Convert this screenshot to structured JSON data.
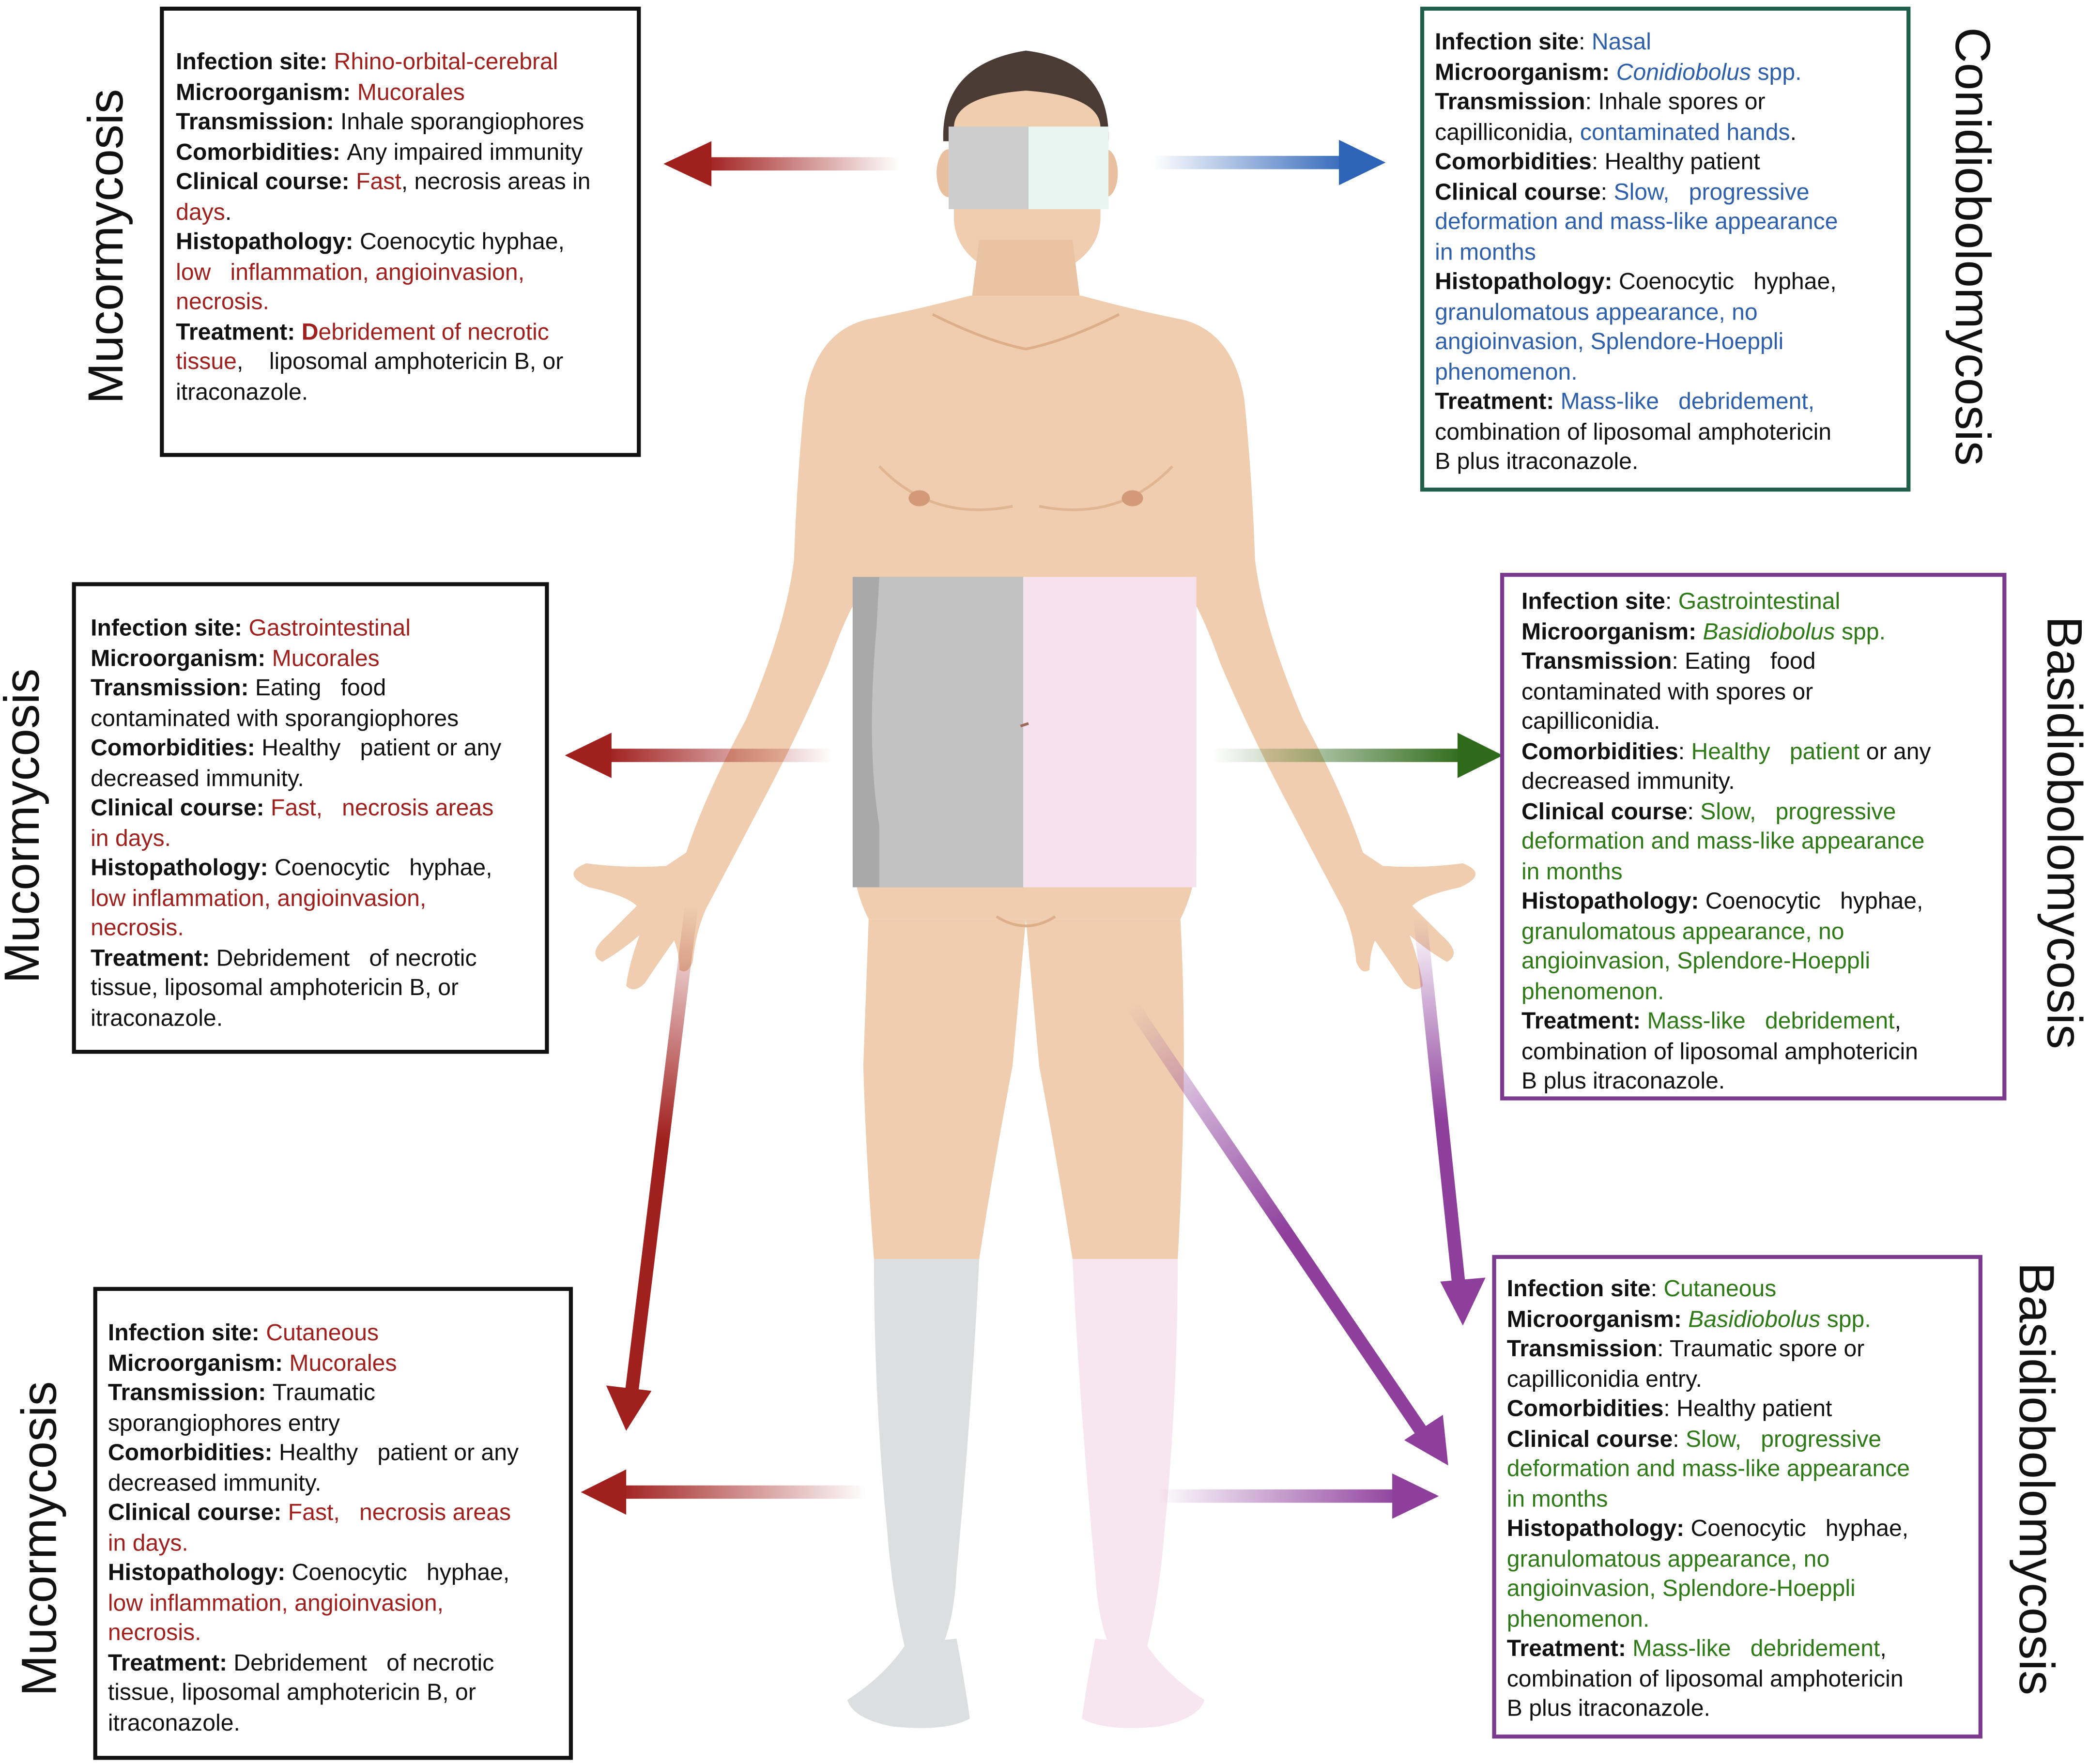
{
  "colors": {
    "mucor": "#a0201e",
    "conidio": "#2d5fab",
    "basidio": "#2e7a16",
    "purple_arrow": "#8e3f9c",
    "green_arrow": "#2e6a1a",
    "blue_arrow": "#2d64b8",
    "skin": "#efcdae"
  },
  "titles": {
    "top_left": "Mucormycosis",
    "mid_left": "Mucormycosis",
    "bottom_left": "Mucormycosis",
    "top_right": "Conidiobolomycosis",
    "mid_right": "Basidiobolomycosis",
    "bottom_right": "Basidiobolomycosis"
  },
  "boxes": {
    "rhino": [
      [
        {
          "t": "Infection site: ",
          "b": true
        },
        {
          "t": "Rhino-orbital-cerebral",
          "c": "mucor"
        }
      ],
      [
        {
          "t": "Microorganism: ",
          "b": true
        },
        {
          "t": "Mucorales",
          "c": "mucor"
        }
      ],
      [
        {
          "t": "Transmission: ",
          "b": true
        },
        {
          "t": "Inhale sporangiophores"
        }
      ],
      [
        {
          "t": "Comorbidities: ",
          "b": true
        },
        {
          "t": "Any impaired immunity"
        }
      ],
      [
        {
          "t": "Clinical course: ",
          "b": true
        },
        {
          "t": "Fast",
          "c": "mucor"
        },
        {
          "t": ", necrosis areas in"
        }
      ],
      [
        {
          "t": "days",
          "c": "mucor"
        },
        {
          "t": "."
        }
      ],
      [
        {
          "t": "Histopathology: ",
          "b": true
        },
        {
          "t": "Coenocytic hyphae,"
        }
      ],
      [
        {
          "t": "low   inflammation, angioinvasion,",
          "c": "mucor"
        }
      ],
      [
        {
          "t": "necrosis.",
          "c": "mucor"
        }
      ],
      [
        {
          "t": "Treatment: ",
          "b": true
        },
        {
          "t": "D",
          "b": true,
          "c": "mucor"
        },
        {
          "t": "ebridement of necrotic",
          "c": "mucor"
        }
      ],
      [
        {
          "t": "tissue",
          "c": "mucor"
        },
        {
          "t": ",    liposomal amphotericin B, or"
        }
      ],
      [
        {
          "t": "itraconazole."
        }
      ]
    ],
    "gi_mucor": [
      [
        {
          "t": "Infection site: ",
          "b": true
        },
        {
          "t": "Gastrointestinal",
          "c": "mucor"
        }
      ],
      [
        {
          "t": "Microorganism: ",
          "b": true
        },
        {
          "t": "Mucorales",
          "c": "mucor"
        }
      ],
      [
        {
          "t": "Transmission: ",
          "b": true
        },
        {
          "t": "Eating   food"
        }
      ],
      [
        {
          "t": "contaminated with sporangiophores"
        }
      ],
      [
        {
          "t": "Comorbidities: ",
          "b": true
        },
        {
          "t": "Healthy   patient or any"
        }
      ],
      [
        {
          "t": "decreased immunity."
        }
      ],
      [
        {
          "t": "Clinical course: ",
          "b": true
        },
        {
          "t": "Fast,   necrosis areas",
          "c": "mucor"
        }
      ],
      [
        {
          "t": "in days.",
          "c": "mucor"
        }
      ],
      [
        {
          "t": "Histopathology: ",
          "b": true
        },
        {
          "t": "Coenocytic   hyphae,"
        }
      ],
      [
        {
          "t": "low inflammation, angioinvasion,",
          "c": "mucor"
        }
      ],
      [
        {
          "t": "necrosis.",
          "c": "mucor"
        }
      ],
      [
        {
          "t": "Treatment: ",
          "b": true
        },
        {
          "t": "Debridement   of necrotic"
        }
      ],
      [
        {
          "t": "tissue, liposomal amphotericin B, or"
        }
      ],
      [
        {
          "t": "itraconazole."
        }
      ]
    ],
    "cut_mucor": [
      [
        {
          "t": "Infection site: ",
          "b": true
        },
        {
          "t": "Cutaneous",
          "c": "mucor"
        }
      ],
      [
        {
          "t": "Microorganism: ",
          "b": true
        },
        {
          "t": "Mucorales",
          "c": "mucor"
        }
      ],
      [
        {
          "t": "Transmission: ",
          "b": true
        },
        {
          "t": "Traumatic"
        }
      ],
      [
        {
          "t": "sporangiophores entry"
        }
      ],
      [
        {
          "t": "Comorbidities: ",
          "b": true
        },
        {
          "t": "Healthy   patient or any"
        }
      ],
      [
        {
          "t": "decreased immunity."
        }
      ],
      [
        {
          "t": "Clinical course: ",
          "b": true
        },
        {
          "t": "Fast,   necrosis areas",
          "c": "mucor"
        }
      ],
      [
        {
          "t": "in days.",
          "c": "mucor"
        }
      ],
      [
        {
          "t": "Histopathology: ",
          "b": true
        },
        {
          "t": "Coenocytic   hyphae,"
        }
      ],
      [
        {
          "t": "low inflammation, angioinvasion,",
          "c": "mucor"
        }
      ],
      [
        {
          "t": "necrosis.",
          "c": "mucor"
        }
      ],
      [
        {
          "t": "Treatment: ",
          "b": true
        },
        {
          "t": "Debridement   of necrotic"
        }
      ],
      [
        {
          "t": "tissue, liposomal amphotericin B, or"
        }
      ],
      [
        {
          "t": "itraconazole."
        }
      ]
    ],
    "nasal": [
      [
        {
          "t": "Infection site",
          "b": true
        },
        {
          "t": ": "
        },
        {
          "t": "Nasal",
          "c": "conidio"
        }
      ],
      [
        {
          "t": "Microorganism: ",
          "b": true
        },
        {
          "t": "Conidiobolus",
          "c": "conidio",
          "i": true
        },
        {
          "t": " spp.",
          "c": "conidio"
        }
      ],
      [
        {
          "t": "Transmission",
          "b": true
        },
        {
          "t": ": Inhale spores or"
        }
      ],
      [
        {
          "t": "capilliconidia, "
        },
        {
          "t": "contaminated hands",
          "c": "conidio"
        },
        {
          "t": "."
        }
      ],
      [
        {
          "t": "Comorbidities",
          "b": true
        },
        {
          "t": ": Healthy patient"
        }
      ],
      [
        {
          "t": "Clinical course",
          "b": true
        },
        {
          "t": ": "
        },
        {
          "t": "Slow,   progressive",
          "c": "conidio"
        }
      ],
      [
        {
          "t": "deformation and mass-like appearance",
          "c": "conidio"
        }
      ],
      [
        {
          "t": "in months",
          "c": "conidio"
        }
      ],
      [
        {
          "t": "Histopathology: ",
          "b": true
        },
        {
          "t": "Coenocytic   hyphae,"
        }
      ],
      [
        {
          "t": "granulomatous appearance, no",
          "c": "conidio"
        }
      ],
      [
        {
          "t": "angioinvasion, Splendore-Hoeppli",
          "c": "conidio"
        }
      ],
      [
        {
          "t": "phenomenon.",
          "c": "conidio"
        }
      ],
      [
        {
          "t": "Treatment: ",
          "b": true
        },
        {
          "t": "Mass-like   debridement,",
          "c": "conidio"
        }
      ],
      [
        {
          "t": "combination of liposomal amphotericin"
        }
      ],
      [
        {
          "t": "B plus itraconazole."
        }
      ]
    ],
    "gi_basidio": [
      [
        {
          "t": "Infection site",
          "b": true
        },
        {
          "t": ": "
        },
        {
          "t": "Gastrointestinal",
          "c": "basidio"
        }
      ],
      [
        {
          "t": "Microorganism: ",
          "b": true
        },
        {
          "t": "Basidiobolus",
          "c": "basidio",
          "i": true
        },
        {
          "t": " spp.",
          "c": "basidio"
        }
      ],
      [
        {
          "t": "Transmission",
          "b": true
        },
        {
          "t": ": Eating   food"
        }
      ],
      [
        {
          "t": "contaminated with spores or"
        }
      ],
      [
        {
          "t": "capilliconidia."
        }
      ],
      [
        {
          "t": "Comorbidities",
          "b": true
        },
        {
          "t": ": "
        },
        {
          "t": "Healthy   patient",
          "c": "basidio"
        },
        {
          "t": " or any"
        }
      ],
      [
        {
          "t": "decreased immunity."
        }
      ],
      [
        {
          "t": "Clinical course",
          "b": true
        },
        {
          "t": ": "
        },
        {
          "t": "Slow,   progressive",
          "c": "basidio"
        }
      ],
      [
        {
          "t": "deformation and mass-like appearance",
          "c": "basidio"
        }
      ],
      [
        {
          "t": "in months",
          "c": "basidio"
        }
      ],
      [
        {
          "t": "Histopathology: ",
          "b": true
        },
        {
          "t": "Coenocytic   hyphae,"
        }
      ],
      [
        {
          "t": "granulomatous appearance, no",
          "c": "basidio"
        }
      ],
      [
        {
          "t": "angioinvasion, Splendore-Hoeppli",
          "c": "basidio"
        }
      ],
      [
        {
          "t": "phenomenon.",
          "c": "basidio"
        }
      ],
      [
        {
          "t": "Treatment: ",
          "b": true
        },
        {
          "t": "Mass-like   debridement",
          "c": "basidio"
        },
        {
          "t": ","
        }
      ],
      [
        {
          "t": "combination of liposomal amphotericin"
        }
      ],
      [
        {
          "t": "B plus itraconazole."
        }
      ]
    ],
    "cut_basidio": [
      [
        {
          "t": "Infection site",
          "b": true
        },
        {
          "t": ": "
        },
        {
          "t": "Cutaneous",
          "c": "basidio"
        }
      ],
      [
        {
          "t": "Microorganism: ",
          "b": true
        },
        {
          "t": "Basidiobolus",
          "c": "basidio",
          "i": true
        },
        {
          "t": " spp.",
          "c": "basidio"
        }
      ],
      [
        {
          "t": "Transmission",
          "b": true
        },
        {
          "t": ": Traumatic spore or"
        }
      ],
      [
        {
          "t": "capilliconidia entry."
        }
      ],
      [
        {
          "t": "Comorbidities",
          "b": true
        },
        {
          "t": ": Healthy patient"
        }
      ],
      [
        {
          "t": "Clinical course",
          "b": true
        },
        {
          "t": ": "
        },
        {
          "t": "Slow,   progressive",
          "c": "basidio"
        }
      ],
      [
        {
          "t": "deformation and mass-like appearance",
          "c": "basidio"
        }
      ],
      [
        {
          "t": "in months",
          "c": "basidio"
        }
      ],
      [
        {
          "t": "Histopathology: ",
          "b": true
        },
        {
          "t": "Coenocytic   hyphae,"
        }
      ],
      [
        {
          "t": "granulomatous appearance, no",
          "c": "basidio"
        }
      ],
      [
        {
          "t": "angioinvasion, Splendore-Hoeppli",
          "c": "basidio"
        }
      ],
      [
        {
          "t": "phenomenon.",
          "c": "basidio"
        }
      ],
      [
        {
          "t": "Treatment: ",
          "b": true
        },
        {
          "t": "Mass-like   debridement",
          "c": "basidio"
        },
        {
          "t": ","
        }
      ],
      [
        {
          "t": "combination of liposomal amphotericin"
        }
      ],
      [
        {
          "t": "B plus itraconazole."
        }
      ]
    ]
  }
}
